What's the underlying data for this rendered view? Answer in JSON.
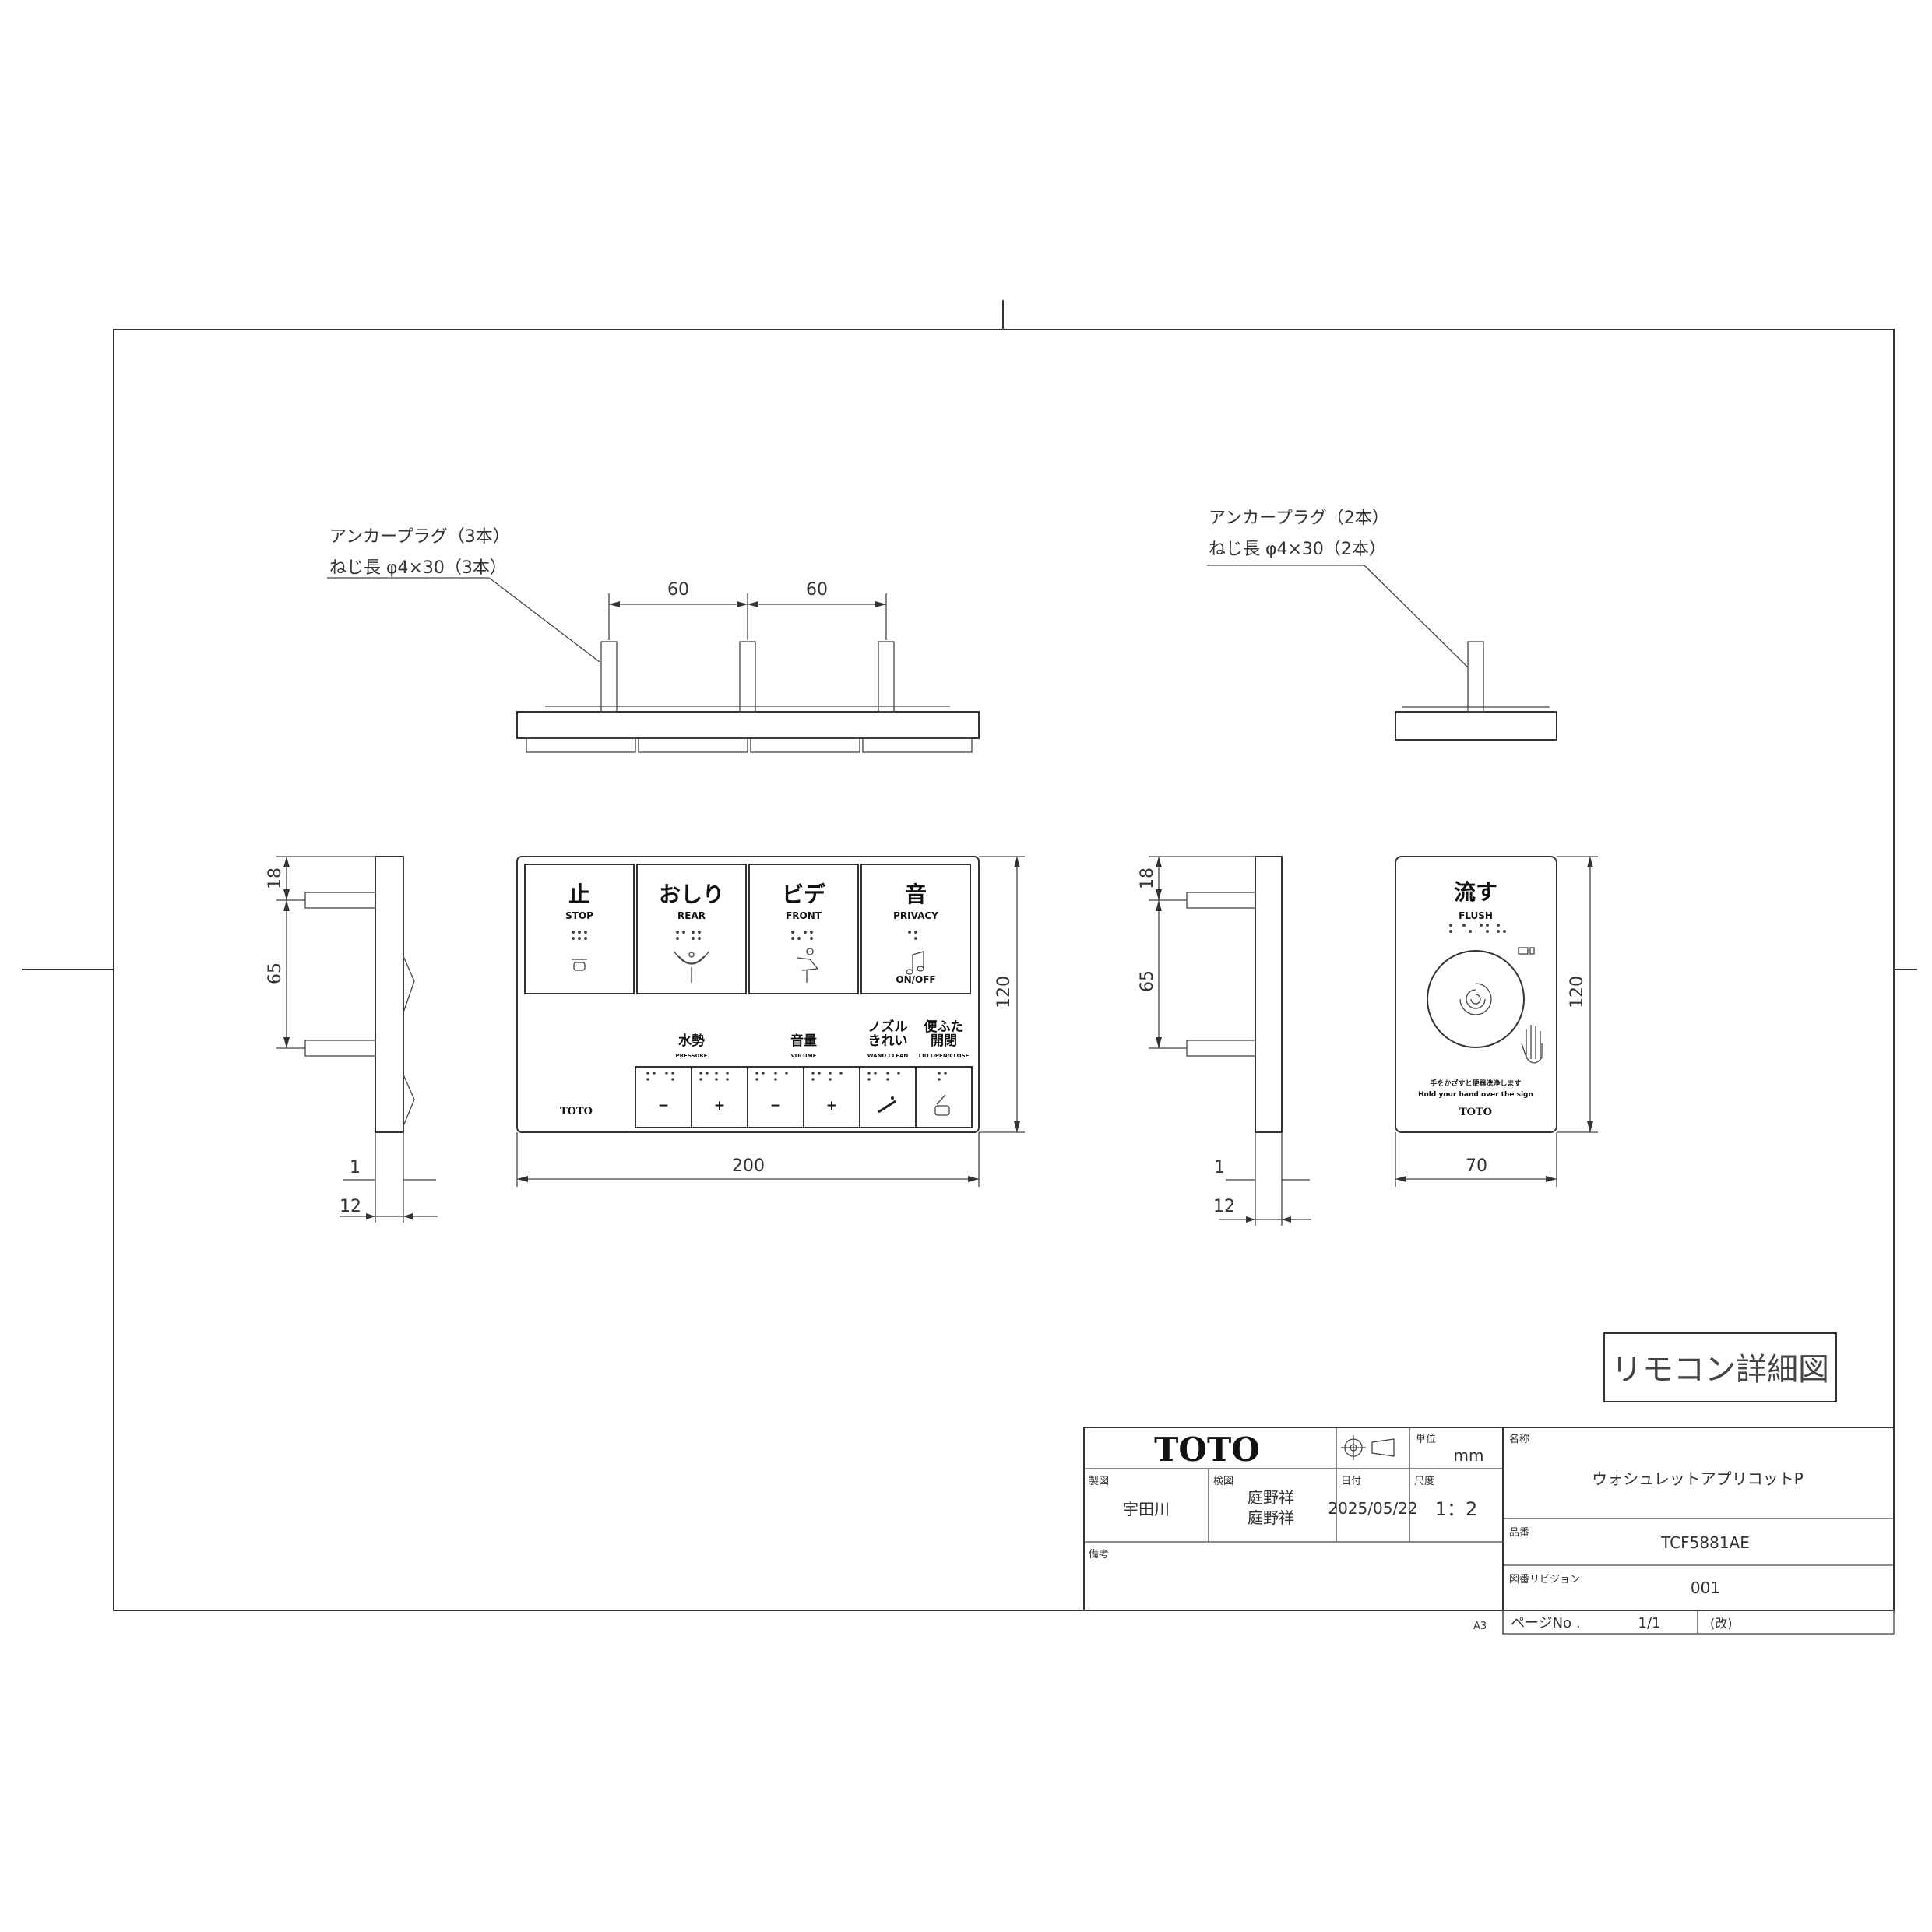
{
  "annotations": {
    "anchor_3_line1": "アンカープラグ（3本）",
    "anchor_3_line2": "ねじ長 φ4×30（3本）",
    "anchor_2_line1": "アンカープラグ（2本）",
    "anchor_2_line2": "ねじ長 φ4×30（2本）"
  },
  "dimensions": {
    "top_spacing_1": "60",
    "top_spacing_2": "60",
    "side_top": "18",
    "side_mid": "65",
    "side_1": "1",
    "side_12": "12",
    "main_width": "200",
    "main_height": "120",
    "side2_top": "18",
    "side2_mid": "65",
    "side2_1": "1",
    "side2_12": "12",
    "flush_width": "70",
    "flush_height": "120"
  },
  "main_remote": {
    "top_buttons": [
      {
        "jp": "止",
        "en": "STOP",
        "sub": ""
      },
      {
        "jp": "おしり",
        "en": "REAR",
        "sub": ""
      },
      {
        "jp": "ビデ",
        "en": "FRONT",
        "sub": ""
      },
      {
        "jp": "音",
        "en": "PRIVACY",
        "sub": "ON/OFF"
      }
    ],
    "labels": {
      "pressure_jp": "水勢",
      "pressure_en": "PRESSURE",
      "volume_jp": "音量",
      "volume_en": "VOLUME",
      "wand_jp1": "ノズル",
      "wand_jp2": "きれい",
      "wand_en": "WAND CLEAN",
      "lid_jp1": "便ふた",
      "lid_jp2": "開閉",
      "lid_en": "LID OPEN/CLOSE"
    },
    "bottom_buttons": [
      "−",
      "+",
      "−",
      "+"
    ],
    "logo": "TOTO"
  },
  "flush_remote": {
    "jp": "流す",
    "en": "FLUSH",
    "hint_jp": "手をかざすと便器洗浄します",
    "hint_en": "Hold your hand over the sign",
    "logo": "TOTO"
  },
  "title_box": "リモコン詳細図",
  "title_block": {
    "logo": "TOTO",
    "unit_label": "単位",
    "unit_value": "mm",
    "name_label": "名称",
    "name_value": "ウォシュレットアプリコットP",
    "drafter_label": "製図",
    "drafter_value": "宇田川",
    "checker_label": "検図",
    "checker_value_1": "庭野祥",
    "checker_value_2": "庭野祥",
    "date_label": "日付",
    "date_value": "2025/05/22",
    "scale_label": "尺度",
    "scale_value": "1：2",
    "part_label": "品番",
    "part_value": "TCF5881AE",
    "remarks_label": "備考",
    "revision_label": "図番リビジョン",
    "revision_value": "001",
    "sheet_size": "A3",
    "page_label": "ページNo .",
    "page_value": "1/1",
    "page_suffix": "(改)"
  }
}
